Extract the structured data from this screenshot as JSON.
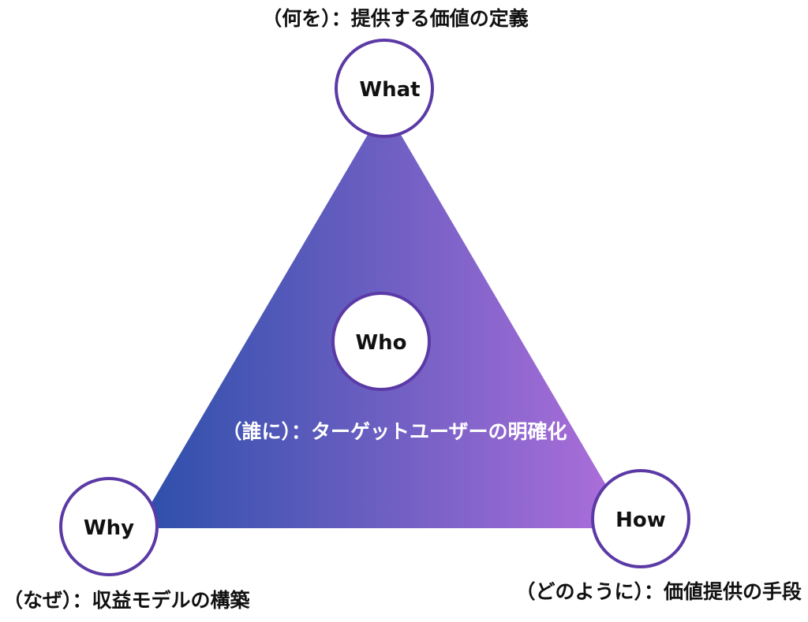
{
  "colors": {
    "gradient_start": "#2b4faa",
    "gradient_end": "#b06fdb",
    "circle_border": "#5b3aa6",
    "circle_fill": "#ffffff",
    "text_dark": "#111111",
    "text_light": "#ffffff"
  },
  "nodes": {
    "what": {
      "label": "What"
    },
    "who": {
      "label": "Who"
    },
    "why": {
      "label": "Why"
    },
    "how": {
      "label": "How"
    }
  },
  "captions": {
    "what": "（何を）：提供する価値の定義",
    "who": "（誰に）：ターゲットユーザーの明確化",
    "why": "（なぜ）：収益モデルの構築",
    "how": "（どのように）：価値提供の手段"
  }
}
